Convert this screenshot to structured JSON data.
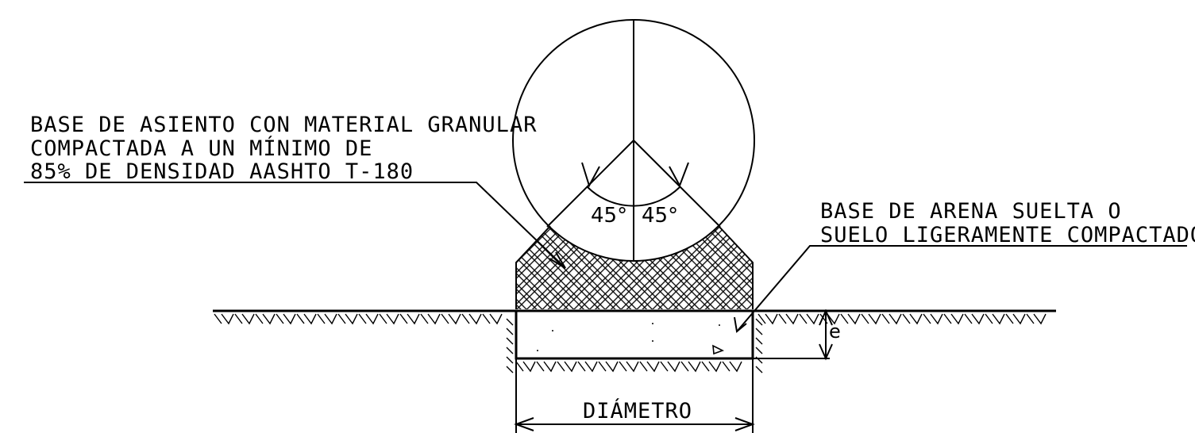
{
  "labels": {
    "granular_base": {
      "line1": "BASE DE ASIENTO CON MATERIAL GRANULAR",
      "line2": "COMPACTADA A UN MÍNIMO DE",
      "line3": "85% DE DENSIDAD AASHTO T-180"
    },
    "sand_base": {
      "line1": "BASE DE ARENA SUELTA O",
      "line2": "SUELO LIGERAMENTE COMPACTADO"
    }
  },
  "angles": {
    "left": "45°",
    "right": "45°"
  },
  "dimensions": {
    "width_label": "DIÁMETRO",
    "thickness_label": "e"
  },
  "colors": {
    "ink": "#000000",
    "paper": "#ffffff"
  }
}
